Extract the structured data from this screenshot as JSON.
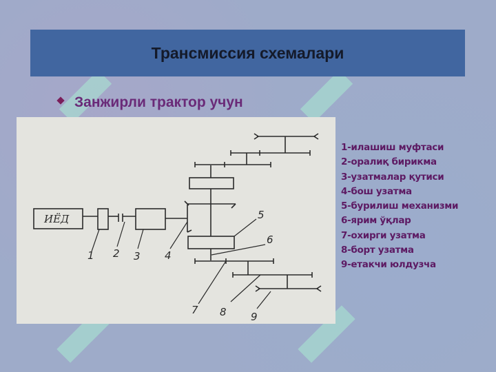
{
  "title": "Трансмиссия схемалари",
  "subtitle": "Занжирли трактор учун",
  "diagram": {
    "engine_label": "ИЁД",
    "callouts": [
      "1",
      "2",
      "3",
      "4",
      "5",
      "6",
      "7",
      "8",
      "9"
    ]
  },
  "legend": [
    "1-илашиш муфтаси",
    "2-оралиқ бирикма",
    "3-узатмалар қутиси",
    "4-бош узатма",
    "5-бурилиш механизми",
    "6-ярим ўқлар",
    "7-охирги узатма",
    "8-борт узатма",
    "9-етакчи юлдузча"
  ],
  "colors": {
    "title_bar": "#4166a0",
    "accent_text": "#6a2a78",
    "legend_text": "#5d1a63",
    "background": "#9eabc9"
  }
}
